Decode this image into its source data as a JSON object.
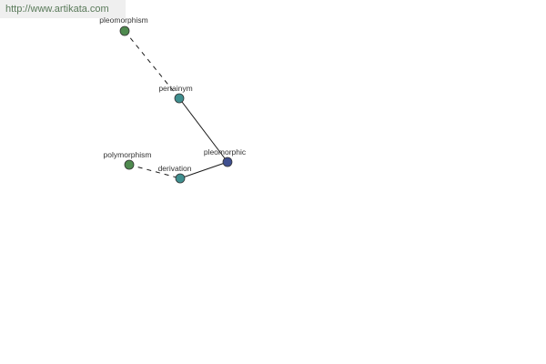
{
  "source_url": "http://www.artikata.com",
  "colors": {
    "green_node": "#4f8a4f",
    "teal_node": "#3f8f8f",
    "blue_node": "#3f4f8f",
    "edge": "#1a1a1a"
  },
  "nodes": {
    "pleomorphism": "pleomorphism",
    "pertainym": "pertainym",
    "pleomorphic": "pleomorphic",
    "polymorphism": "polymorphism",
    "derivation": "derivation"
  },
  "edges": [
    {
      "from": "pleomorphism",
      "to": "pertainym",
      "style": "dashed"
    },
    {
      "from": "pertainym",
      "to": "pleomorphic",
      "style": "solid"
    },
    {
      "from": "polymorphism",
      "to": "derivation",
      "style": "dashed"
    },
    {
      "from": "derivation",
      "to": "pleomorphic",
      "style": "solid"
    }
  ]
}
